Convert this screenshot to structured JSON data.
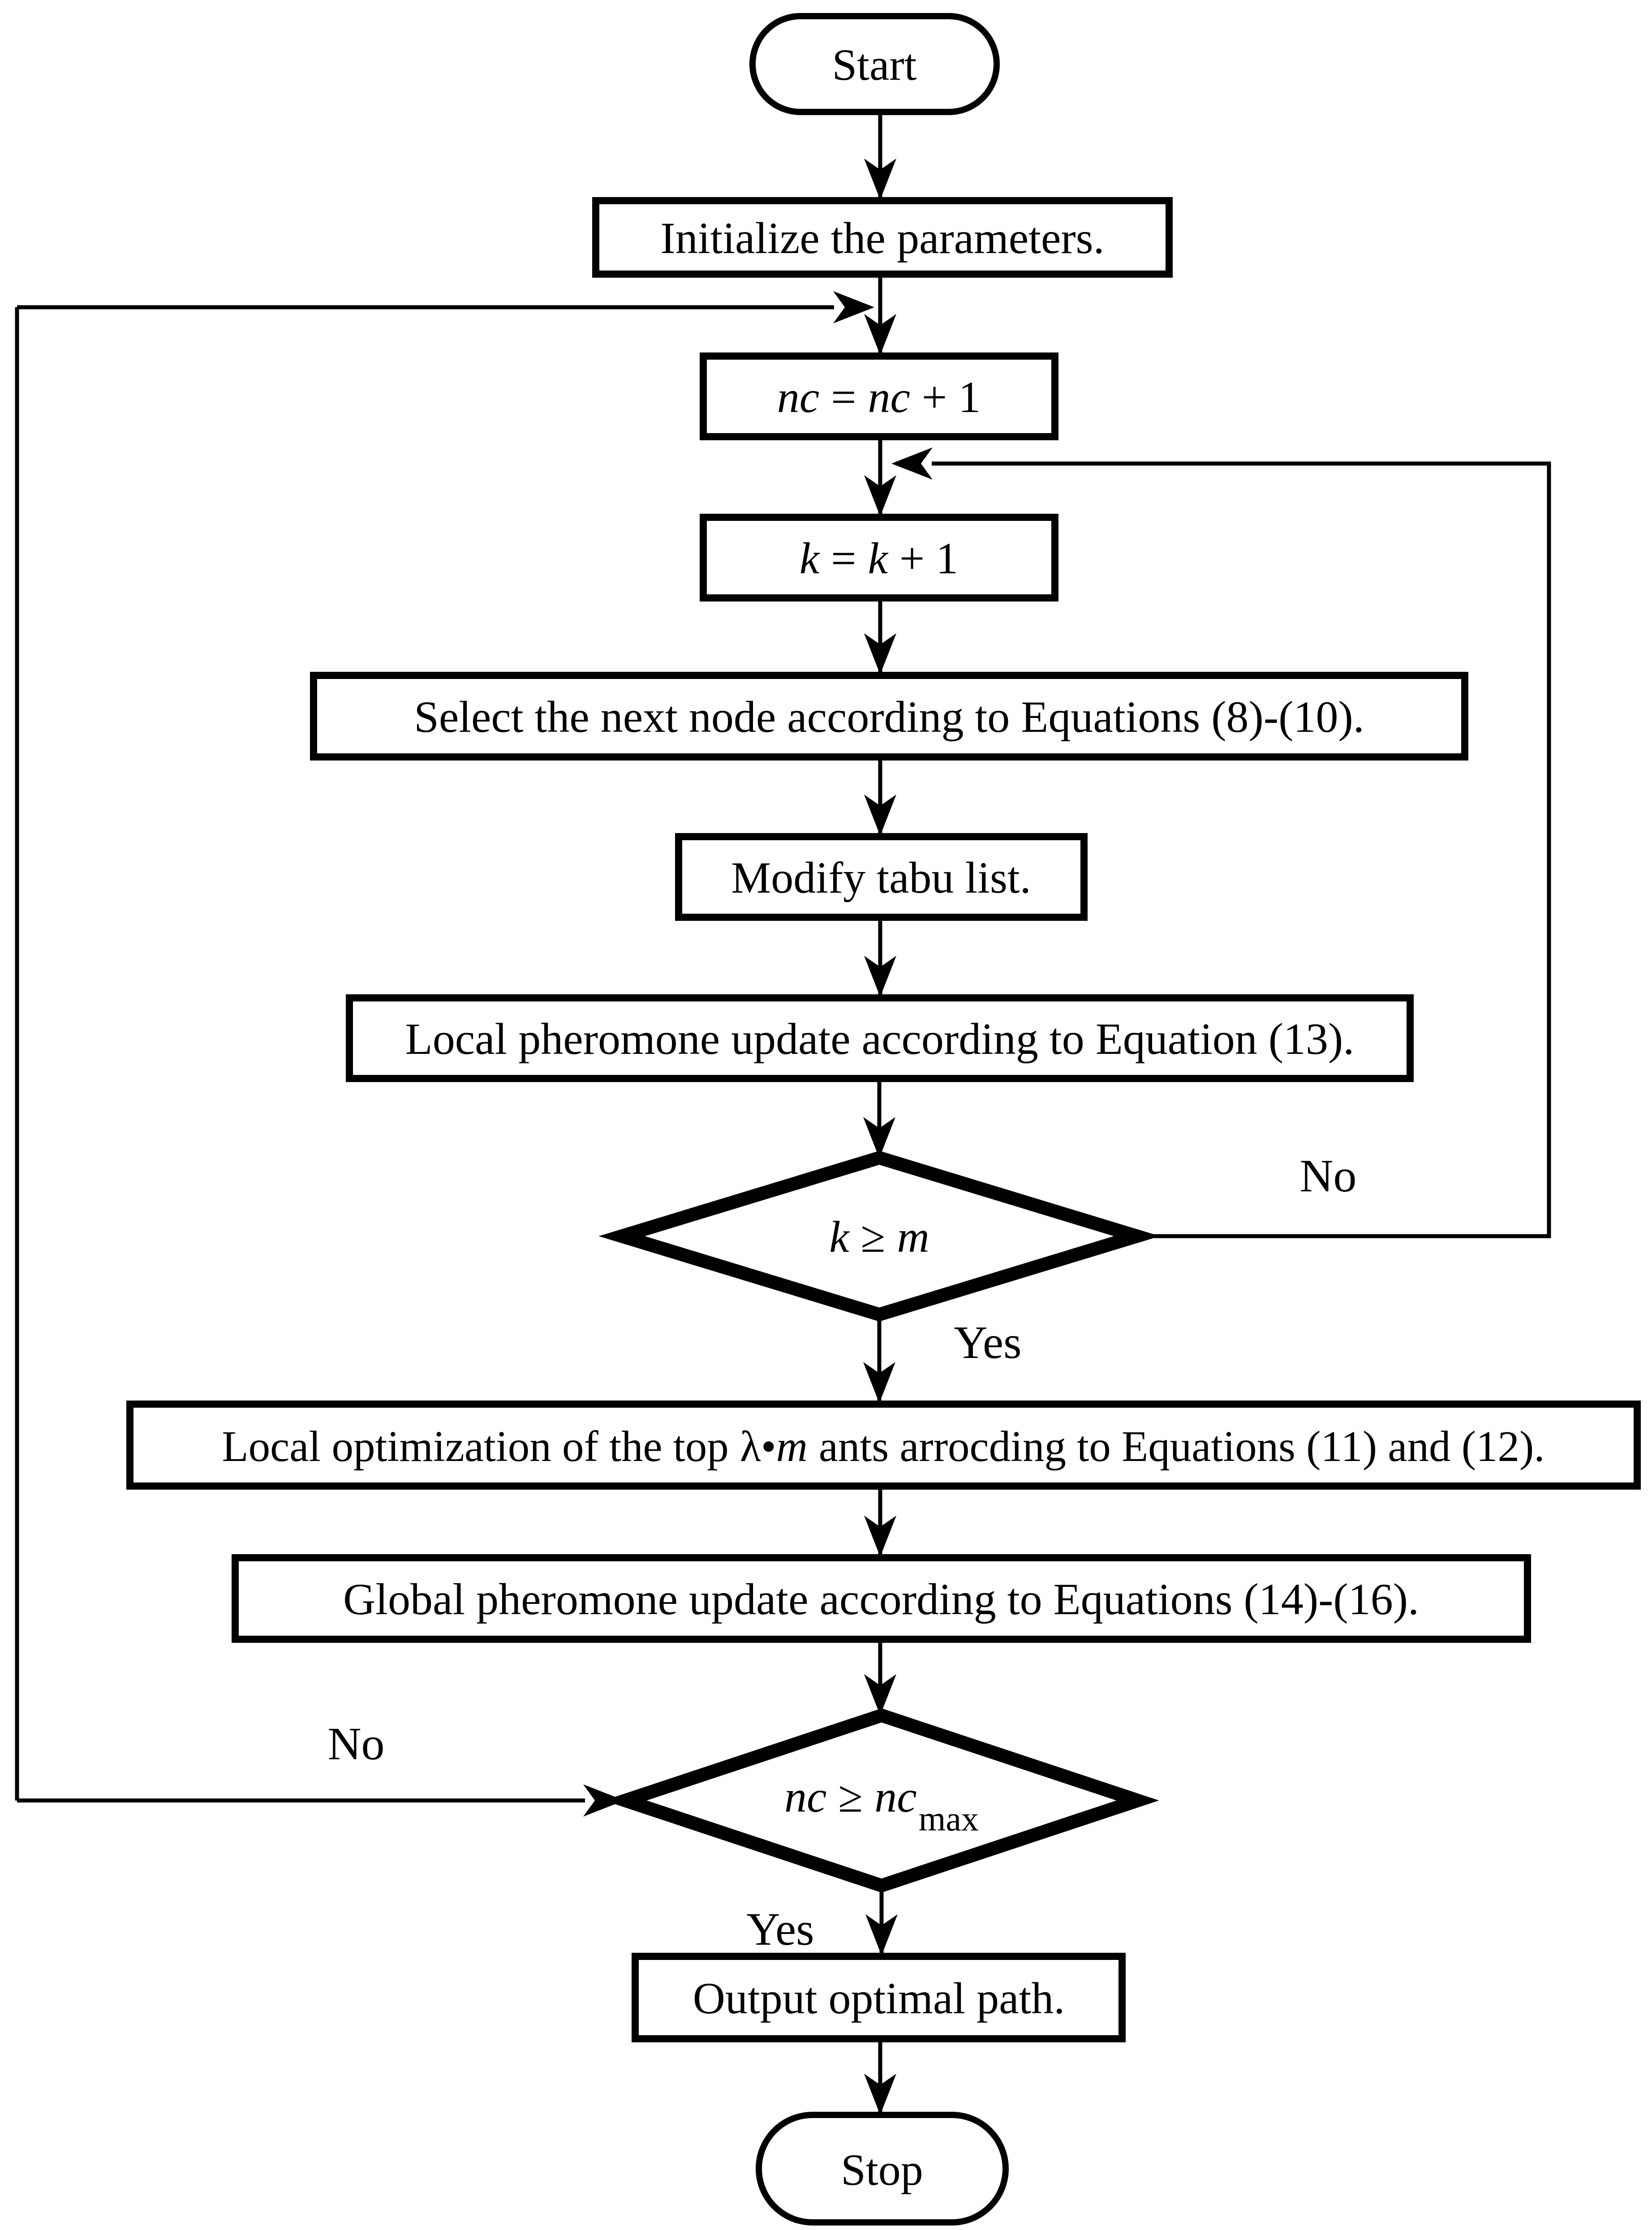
{
  "diagram": {
    "background_color": "#ffffff",
    "stroke_color": "#000000",
    "nodes": {
      "start": {
        "label": "Start"
      },
      "init": {
        "label": "Initialize the parameters."
      },
      "nc_inc": {
        "parts": {
          "a": "nc",
          "b": "=",
          "c": "nc",
          "d": "+ 1"
        }
      },
      "k_inc": {
        "parts": {
          "a": "k",
          "b": "=",
          "c": "k",
          "d": "+ 1"
        }
      },
      "select_node": {
        "label": "Select the next node according to Equations (8)-(10)."
      },
      "tabu": {
        "label": "Modify tabu list."
      },
      "local_pheromone": {
        "label": "Local pheromone update according to Equation (13)."
      },
      "k_decision": {
        "parts": {
          "a": "k",
          "b": "≥",
          "c": "m"
        }
      },
      "local_opt": {
        "parts": {
          "a": "Local optimization of the top",
          "b": "λ",
          "c": "•",
          "d": "m",
          "e": "ants arrocding to Equations (11) and (12)."
        }
      },
      "global_pheromone": {
        "label": "Global pheromone update according to Equations (14)-(16)."
      },
      "nc_decision": {
        "parts": {
          "a": "nc",
          "b": "≥",
          "c": "nc",
          "sub": "max"
        }
      },
      "output": {
        "label": "Output optimal path."
      },
      "stop": {
        "label": "Stop"
      }
    },
    "edge_labels": {
      "k_no": "No",
      "k_yes": "Yes",
      "nc_no": "No",
      "nc_yes": "Yes"
    }
  }
}
